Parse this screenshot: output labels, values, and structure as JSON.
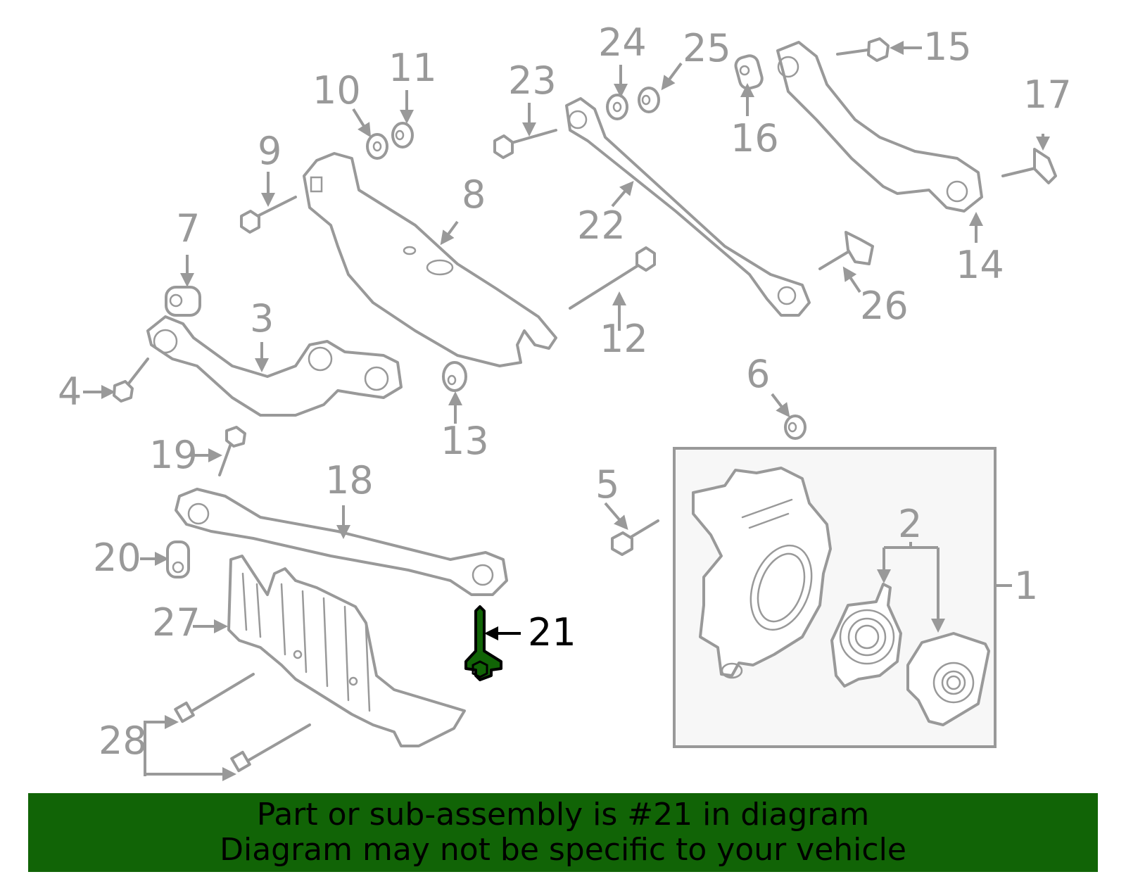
{
  "diagram": {
    "title": "Rear suspension parts diagram",
    "highlighted_part": "21",
    "colors": {
      "outline": "#999999",
      "highlight_fill": "#116406",
      "highlight_label": "#000000",
      "assembly_box_fill": "#f7f7f7",
      "banner_bg": "#116406"
    },
    "labels": [
      {
        "id": "1",
        "text": "1"
      },
      {
        "id": "2",
        "text": "2"
      },
      {
        "id": "3",
        "text": "3"
      },
      {
        "id": "4",
        "text": "4"
      },
      {
        "id": "5",
        "text": "5"
      },
      {
        "id": "6",
        "text": "6"
      },
      {
        "id": "7",
        "text": "7"
      },
      {
        "id": "8",
        "text": "8"
      },
      {
        "id": "9",
        "text": "9"
      },
      {
        "id": "10",
        "text": "10"
      },
      {
        "id": "11",
        "text": "11"
      },
      {
        "id": "12",
        "text": "12"
      },
      {
        "id": "13",
        "text": "13"
      },
      {
        "id": "14",
        "text": "14"
      },
      {
        "id": "15",
        "text": "15"
      },
      {
        "id": "16",
        "text": "16"
      },
      {
        "id": "17",
        "text": "17"
      },
      {
        "id": "18",
        "text": "18"
      },
      {
        "id": "19",
        "text": "19"
      },
      {
        "id": "20",
        "text": "20"
      },
      {
        "id": "21",
        "text": "21"
      },
      {
        "id": "22",
        "text": "22"
      },
      {
        "id": "23",
        "text": "23"
      },
      {
        "id": "24",
        "text": "24"
      },
      {
        "id": "25",
        "text": "25"
      },
      {
        "id": "26",
        "text": "26"
      },
      {
        "id": "27",
        "text": "27"
      },
      {
        "id": "28",
        "text": "28"
      }
    ]
  },
  "banner": {
    "line1": "Part or sub-assembly is #21 in diagram",
    "line2": "Diagram may not be specific to your vehicle"
  }
}
